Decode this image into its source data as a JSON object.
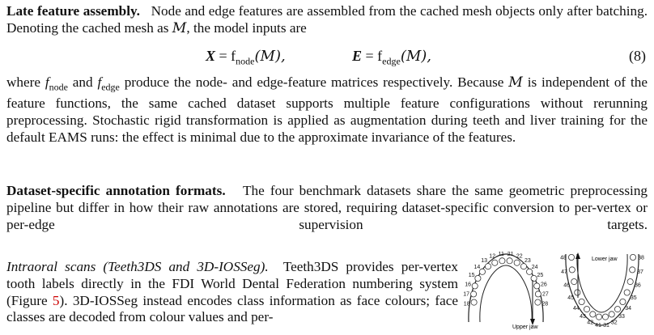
{
  "para1": {
    "heading": "Late feature assembly.",
    "text_a": "Node and edge features are assembled from the cached mesh objects only after batching. Denoting the cached mesh as ",
    "mesh_symbol": "M",
    "text_b": ", the model inputs are"
  },
  "equation": {
    "lhs1": "X",
    "rhs1": " = f",
    "sub1": "node",
    "arg1": "(M),",
    "lhs2": "E",
    "rhs2": " = f",
    "sub2": "edge",
    "arg2": "(M),",
    "number": "(8)"
  },
  "para2": {
    "text_a": "where ",
    "f_node": "f",
    "f_node_sub": "node",
    "text_b": " and ",
    "f_edge": "f",
    "f_edge_sub": "edge",
    "text_c": " produce the node- and edge-feature matrices respectively. Because ",
    "mesh_symbol": "M",
    "text_d": " is independent of the feature functions, the same cached dataset supports multiple feature configurations without rerunning preprocessing. Stochastic rigid transformation is applied as augmentation during teeth and liver training for the default EAMS runs: the effect is minimal due to the approximate invariance of the features."
  },
  "para3": {
    "heading": "Dataset-specific annotation formats.",
    "text": "The four benchmark datasets share the same geometric preprocessing pipeline but differ in how their raw annotations are stored, requiring dataset-specific conversion to per-vertex or per-edge supervision targets."
  },
  "para4": {
    "heading": "Intraoral scans (Teeth3DS and 3D-IOSSeg).",
    "text_a": "Teeth3DS provides per-vertex tooth labels directly in the FDI World Dental Federation numbering system (Figure ",
    "fig_ref": "5",
    "text_b": "). 3D-IOSSeg instead encodes class information as face colours; face classes are decoded from colour values and per-"
  },
  "figure": {
    "upper_label": "Upper jaw",
    "lower_label": "Lower jaw",
    "upper_teeth": [
      "18",
      "17",
      "16",
      "15",
      "14",
      "13",
      "12",
      "11",
      "21",
      "22",
      "23",
      "24",
      "25",
      "26",
      "27",
      "28"
    ],
    "lower_teeth": [
      "48",
      "47",
      "46",
      "45",
      "44",
      "43",
      "42",
      "41",
      "31",
      "32",
      "33",
      "34",
      "35",
      "36",
      "37",
      "38"
    ]
  }
}
